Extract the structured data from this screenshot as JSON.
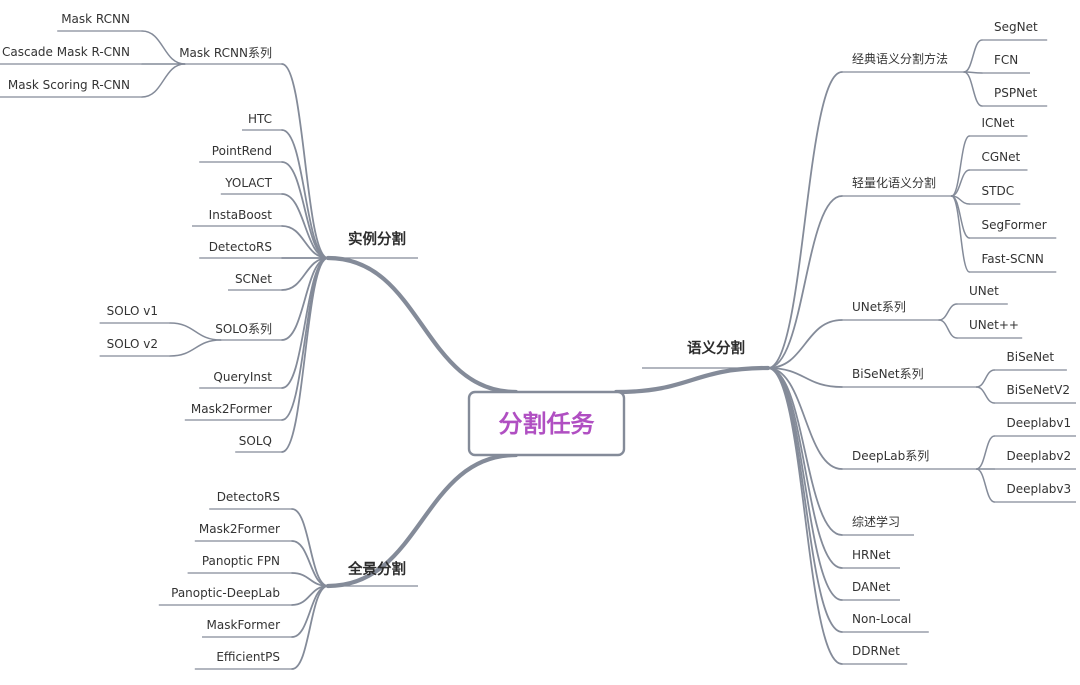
{
  "root": "分割任务",
  "branches": [
    {
      "label": "实例分割",
      "children": [
        {
          "label": "Mask RCNN系列",
          "children": [
            {
              "label": "Mask RCNN"
            },
            {
              "label": "Cascade Mask R-CNN"
            },
            {
              "label": "Mask Scoring R-CNN"
            }
          ]
        },
        {
          "label": "HTC"
        },
        {
          "label": "PointRend"
        },
        {
          "label": "YOLACT"
        },
        {
          "label": "InstaBoost"
        },
        {
          "label": "DetectoRS"
        },
        {
          "label": "SCNet"
        },
        {
          "label": "SOLO系列",
          "children": [
            {
              "label": "SOLO v1"
            },
            {
              "label": "SOLO v2"
            }
          ]
        },
        {
          "label": "QueryInst"
        },
        {
          "label": "Mask2Former"
        },
        {
          "label": "SOLQ"
        }
      ]
    },
    {
      "label": "全景分割",
      "children": [
        {
          "label": "DetectoRS"
        },
        {
          "label": "Mask2Former"
        },
        {
          "label": "Panoptic FPN"
        },
        {
          "label": "Panoptic-DeepLab"
        },
        {
          "label": "MaskFormer"
        },
        {
          "label": "EfficientPS"
        }
      ]
    },
    {
      "label": "语义分割",
      "children": [
        {
          "label": "经典语义分割方法",
          "children": [
            {
              "label": "SegNet"
            },
            {
              "label": "FCN"
            },
            {
              "label": "PSPNet"
            }
          ]
        },
        {
          "label": "轻量化语义分割",
          "children": [
            {
              "label": "ICNet"
            },
            {
              "label": "CGNet"
            },
            {
              "label": "STDC"
            },
            {
              "label": "SegFormer"
            },
            {
              "label": "Fast-SCNN"
            }
          ]
        },
        {
          "label": "UNet系列",
          "children": [
            {
              "label": "UNet"
            },
            {
              "label": "UNet++"
            }
          ]
        },
        {
          "label": "BiSeNet系列",
          "children": [
            {
              "label": "BiSeNet"
            },
            {
              "label": "BiSeNetV2"
            }
          ]
        },
        {
          "label": "DeepLab系列",
          "children": [
            {
              "label": "Deeplabv1"
            },
            {
              "label": "Deeplabv2"
            },
            {
              "label": "Deeplabv3"
            }
          ]
        },
        {
          "label": "综述学习"
        },
        {
          "label": "HRNet"
        },
        {
          "label": "DANet"
        },
        {
          "label": "Non-Local"
        },
        {
          "label": "DDRNet"
        }
      ]
    }
  ]
}
